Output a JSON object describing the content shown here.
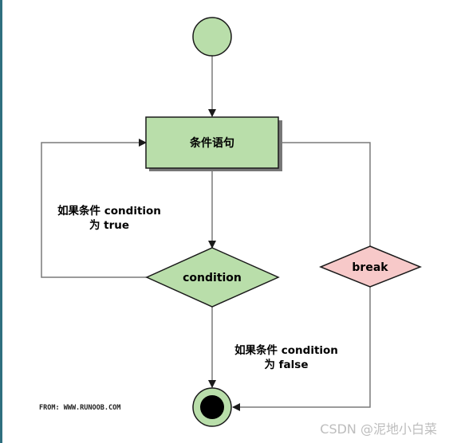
{
  "diagram": {
    "nodes": {
      "statement": "条件语句",
      "condition": "condition",
      "break": "break"
    },
    "labels": {
      "true_line1": "如果条件 condition",
      "true_line2": "为 true",
      "false_line1": "如果条件 condition",
      "false_line2": "为 false"
    },
    "source": "FROM: WWW.RUNOOB.COM",
    "watermark": "CSDN @泥地小白菜"
  },
  "colors": {
    "green_fill": "#b9deaa",
    "pink_fill": "#f7c9c9",
    "line": "#7a7a7a",
    "border": "#1a1a1a",
    "shadow": "#777777"
  }
}
